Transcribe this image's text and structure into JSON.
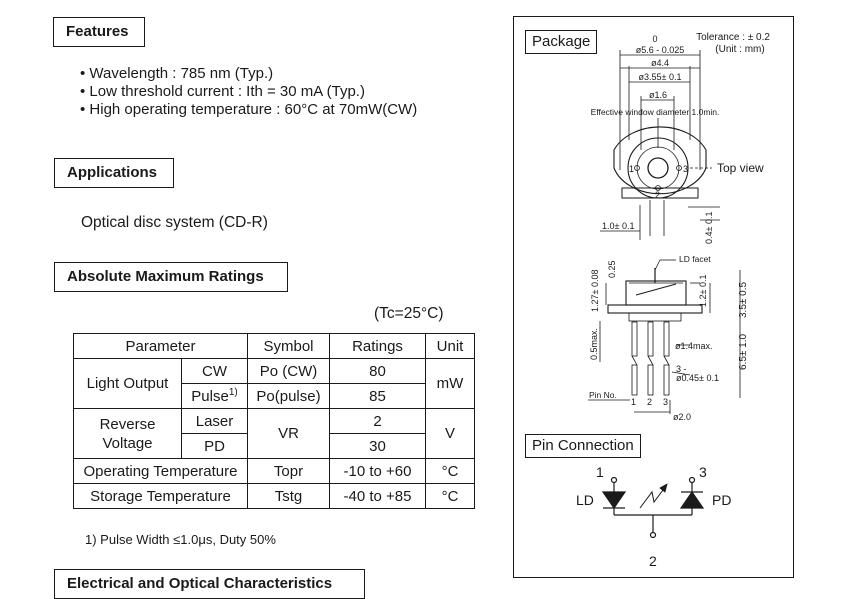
{
  "features": {
    "heading": "Features",
    "bullets": [
      "• Wavelength : 785 nm (Typ.)",
      "• Low threshold current : Ith = 30 mA (Typ.)",
      "• High operating temperature : 60°C at 70mW(CW)"
    ]
  },
  "applications": {
    "heading": "Applications",
    "text": "Optical disc system (CD-R)"
  },
  "ratings": {
    "heading": "Absolute Maximum Ratings",
    "condition": "(Tc=25°C)",
    "headers": [
      "Parameter",
      "Symbol",
      "Ratings",
      "Unit"
    ],
    "light_output": "Light Output",
    "cw": "CW",
    "pulse": "Pulse",
    "pulse_note_mark": "1)",
    "po_cw": "Po  (CW)",
    "po_pulse": "Po(pulse)",
    "val_cw": "80",
    "val_pulse": "85",
    "unit_mw": "mW",
    "reverse_voltage": "Reverse Voltage",
    "laser": "Laser",
    "pd": "PD",
    "vr": "VR",
    "val_laser": "2",
    "val_pd": "30",
    "unit_v": "V",
    "op_temp": "Operating Temperature",
    "topr": "Topr",
    "op_range": "-10 to +60",
    "st_temp": "Storage Temperature",
    "tstg": "Tstg",
    "st_range": "-40 to +85",
    "unit_c": "°C",
    "footnote": "1) Pulse Width ≤1.0μs, Duty 50%"
  },
  "electrical": {
    "heading": "Electrical and Optical Characteristics"
  },
  "package": {
    "heading": "Package",
    "tolerance": "Tolerance : ± 0.2",
    "unit": "(Unit : mm)",
    "dim_zero": "0",
    "dim_56": "ø5.6 - 0.025",
    "dim_44": "ø4.4",
    "dim_355": "ø3.55± 0.1",
    "dim_16": "ø1.6",
    "window": "Effective window diameter 1.0min.",
    "top_view": "Top view",
    "pin1": "1",
    "pin2": "2",
    "pin3": "3",
    "dim_10": "1.0± 0.1",
    "dim_04": "0.4± 0.1",
    "ld_facet": "LD facet",
    "dim_025": "0.25",
    "dim_127": "1.27± 0.08",
    "dim_12": "1.2± 0.1",
    "dim_35": "3.5± 0.5",
    "dim_05max": "0.5max.",
    "dim_14max": "ø1.4max.",
    "dim_65": "6.5± 1.0",
    "dim_3": "3 -",
    "dim_045": "ø0.45± 0.1",
    "pin_no": "Pin No.",
    "pin_row1": "1",
    "pin_row2": "2",
    "pin_row3": "3",
    "dim_20": "ø2.0"
  },
  "pin_connection": {
    "heading": "Pin Connection",
    "ld": "LD",
    "pd": "PD",
    "n1": "1",
    "n2": "2",
    "n3": "3"
  }
}
